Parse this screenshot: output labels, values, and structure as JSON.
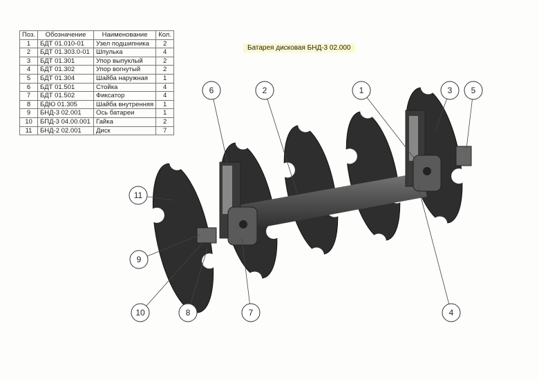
{
  "title": "Батарея дисковая БНД-3 02.000",
  "table": {
    "headers": [
      "Поз.",
      "Обозначение",
      "Наименование",
      "Кол."
    ],
    "rows": [
      [
        "1",
        "БДТ 01.010-01",
        "Узел подшипника",
        "2"
      ],
      [
        "2",
        "БДТ 01.303.0-01",
        "Шпулька",
        "4"
      ],
      [
        "3",
        "БДТ 01.301",
        "Упор выпуклый",
        "2"
      ],
      [
        "4",
        "БДТ 01.302",
        "Упор вогнутый",
        "2"
      ],
      [
        "5",
        "БДТ 01.304",
        "Шайба наружная",
        "1"
      ],
      [
        "6",
        "БДТ 01.501",
        "Стойка",
        "4"
      ],
      [
        "7",
        "БДТ 01.502",
        "Фиксатор",
        "4"
      ],
      [
        "8",
        "БДЮ 01.305",
        "Шайба внутренняя",
        "1"
      ],
      [
        "9",
        "БНД-3 02.001",
        "Ось батареи",
        "1"
      ],
      [
        "10",
        "БПД-3 04.00.001",
        "Гайка",
        "2"
      ],
      [
        "11",
        "БНД-2 02.001",
        "Диск",
        "7"
      ]
    ]
  },
  "callouts": [
    "6",
    "2",
    "1",
    "3",
    "5",
    "11",
    "9",
    "10",
    "8",
    "7",
    "4"
  ]
}
